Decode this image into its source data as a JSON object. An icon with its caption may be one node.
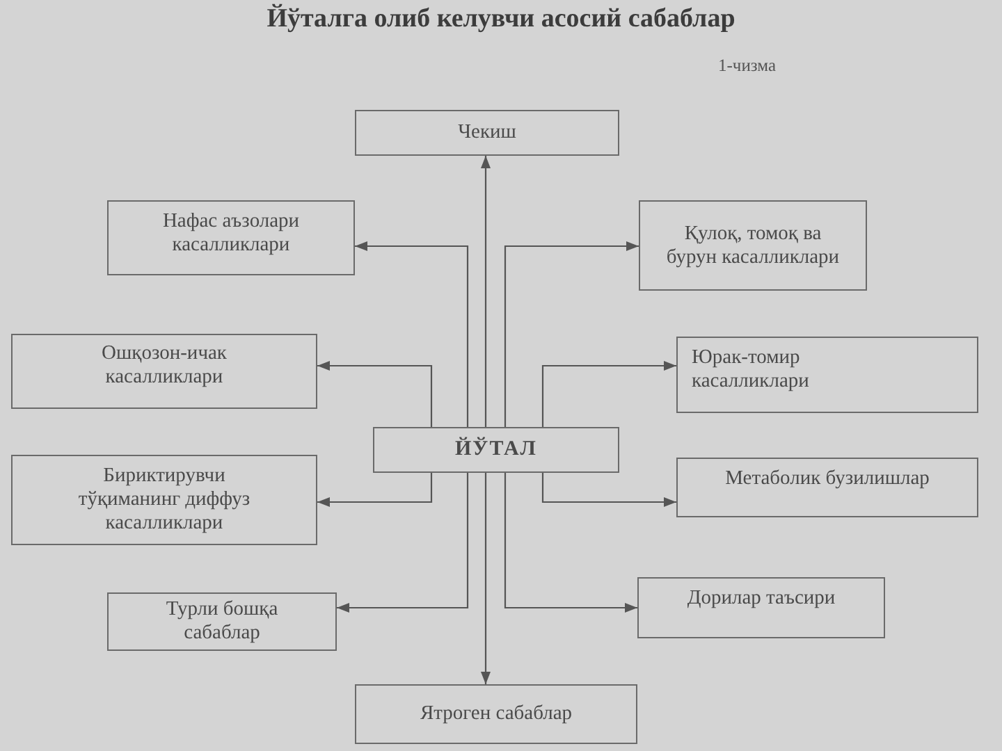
{
  "diagram": {
    "title": "Йўталга олиб келувчи асосий сабаблар",
    "nodes": [
      {
        "text": [
          "Чекиш"
        ]
      },
      {
        "text": [
          "Нафас аъзолари касалликлари"
        ]
      },
      {
        "text": [
          "Қулоқ, томоқ ва бурун касалликлари"
        ]
      },
      {
        "text": [
          "Ошқозон-ичак касалликлари"
        ]
      },
      {
        "text": [
          "Юрак-томир касалликлари"
        ]
      },
      {
        "text": [
          "ЙЎТАЛ"
        ]
      },
      {
        "text": [
          "Бириктирувчи тўқиманинг диффуз касалликлари"
        ]
      },
      {
        "text": [
          "Метаболик бузилишлар"
        ]
      },
      {
        "text": [
          "Турли бошқа сабаблар"
        ]
      },
      {
        "text": [
          "Дорилар таъсири"
        ]
      },
      {
        "text": [
          "Ятроген сабаблар"
        ]
      }
    ],
    "edges": [
      {
        "from": 5,
        "to": 0,
        "arrow": "to"
      },
      {
        "from": 5,
        "to": 1,
        "arrow": "to"
      },
      {
        "from": 5,
        "to": 2,
        "arrow": "to"
      },
      {
        "from": 5,
        "to": 3,
        "arrow": "to"
      },
      {
        "from": 5,
        "to": 4,
        "arrow": "to"
      },
      {
        "from": 5,
        "to": 6,
        "arrow": "to"
      },
      {
        "from": 5,
        "to": 7,
        "arrow": "to"
      },
      {
        "from": 5,
        "to": 8,
        "arrow": "to"
      },
      {
        "from": 5,
        "to": 9,
        "arrow": "to"
      },
      {
        "from": 5,
        "to": 10,
        "arrow": "to"
      }
    ],
    "labels": [
      "1-чизма"
    ]
  }
}
